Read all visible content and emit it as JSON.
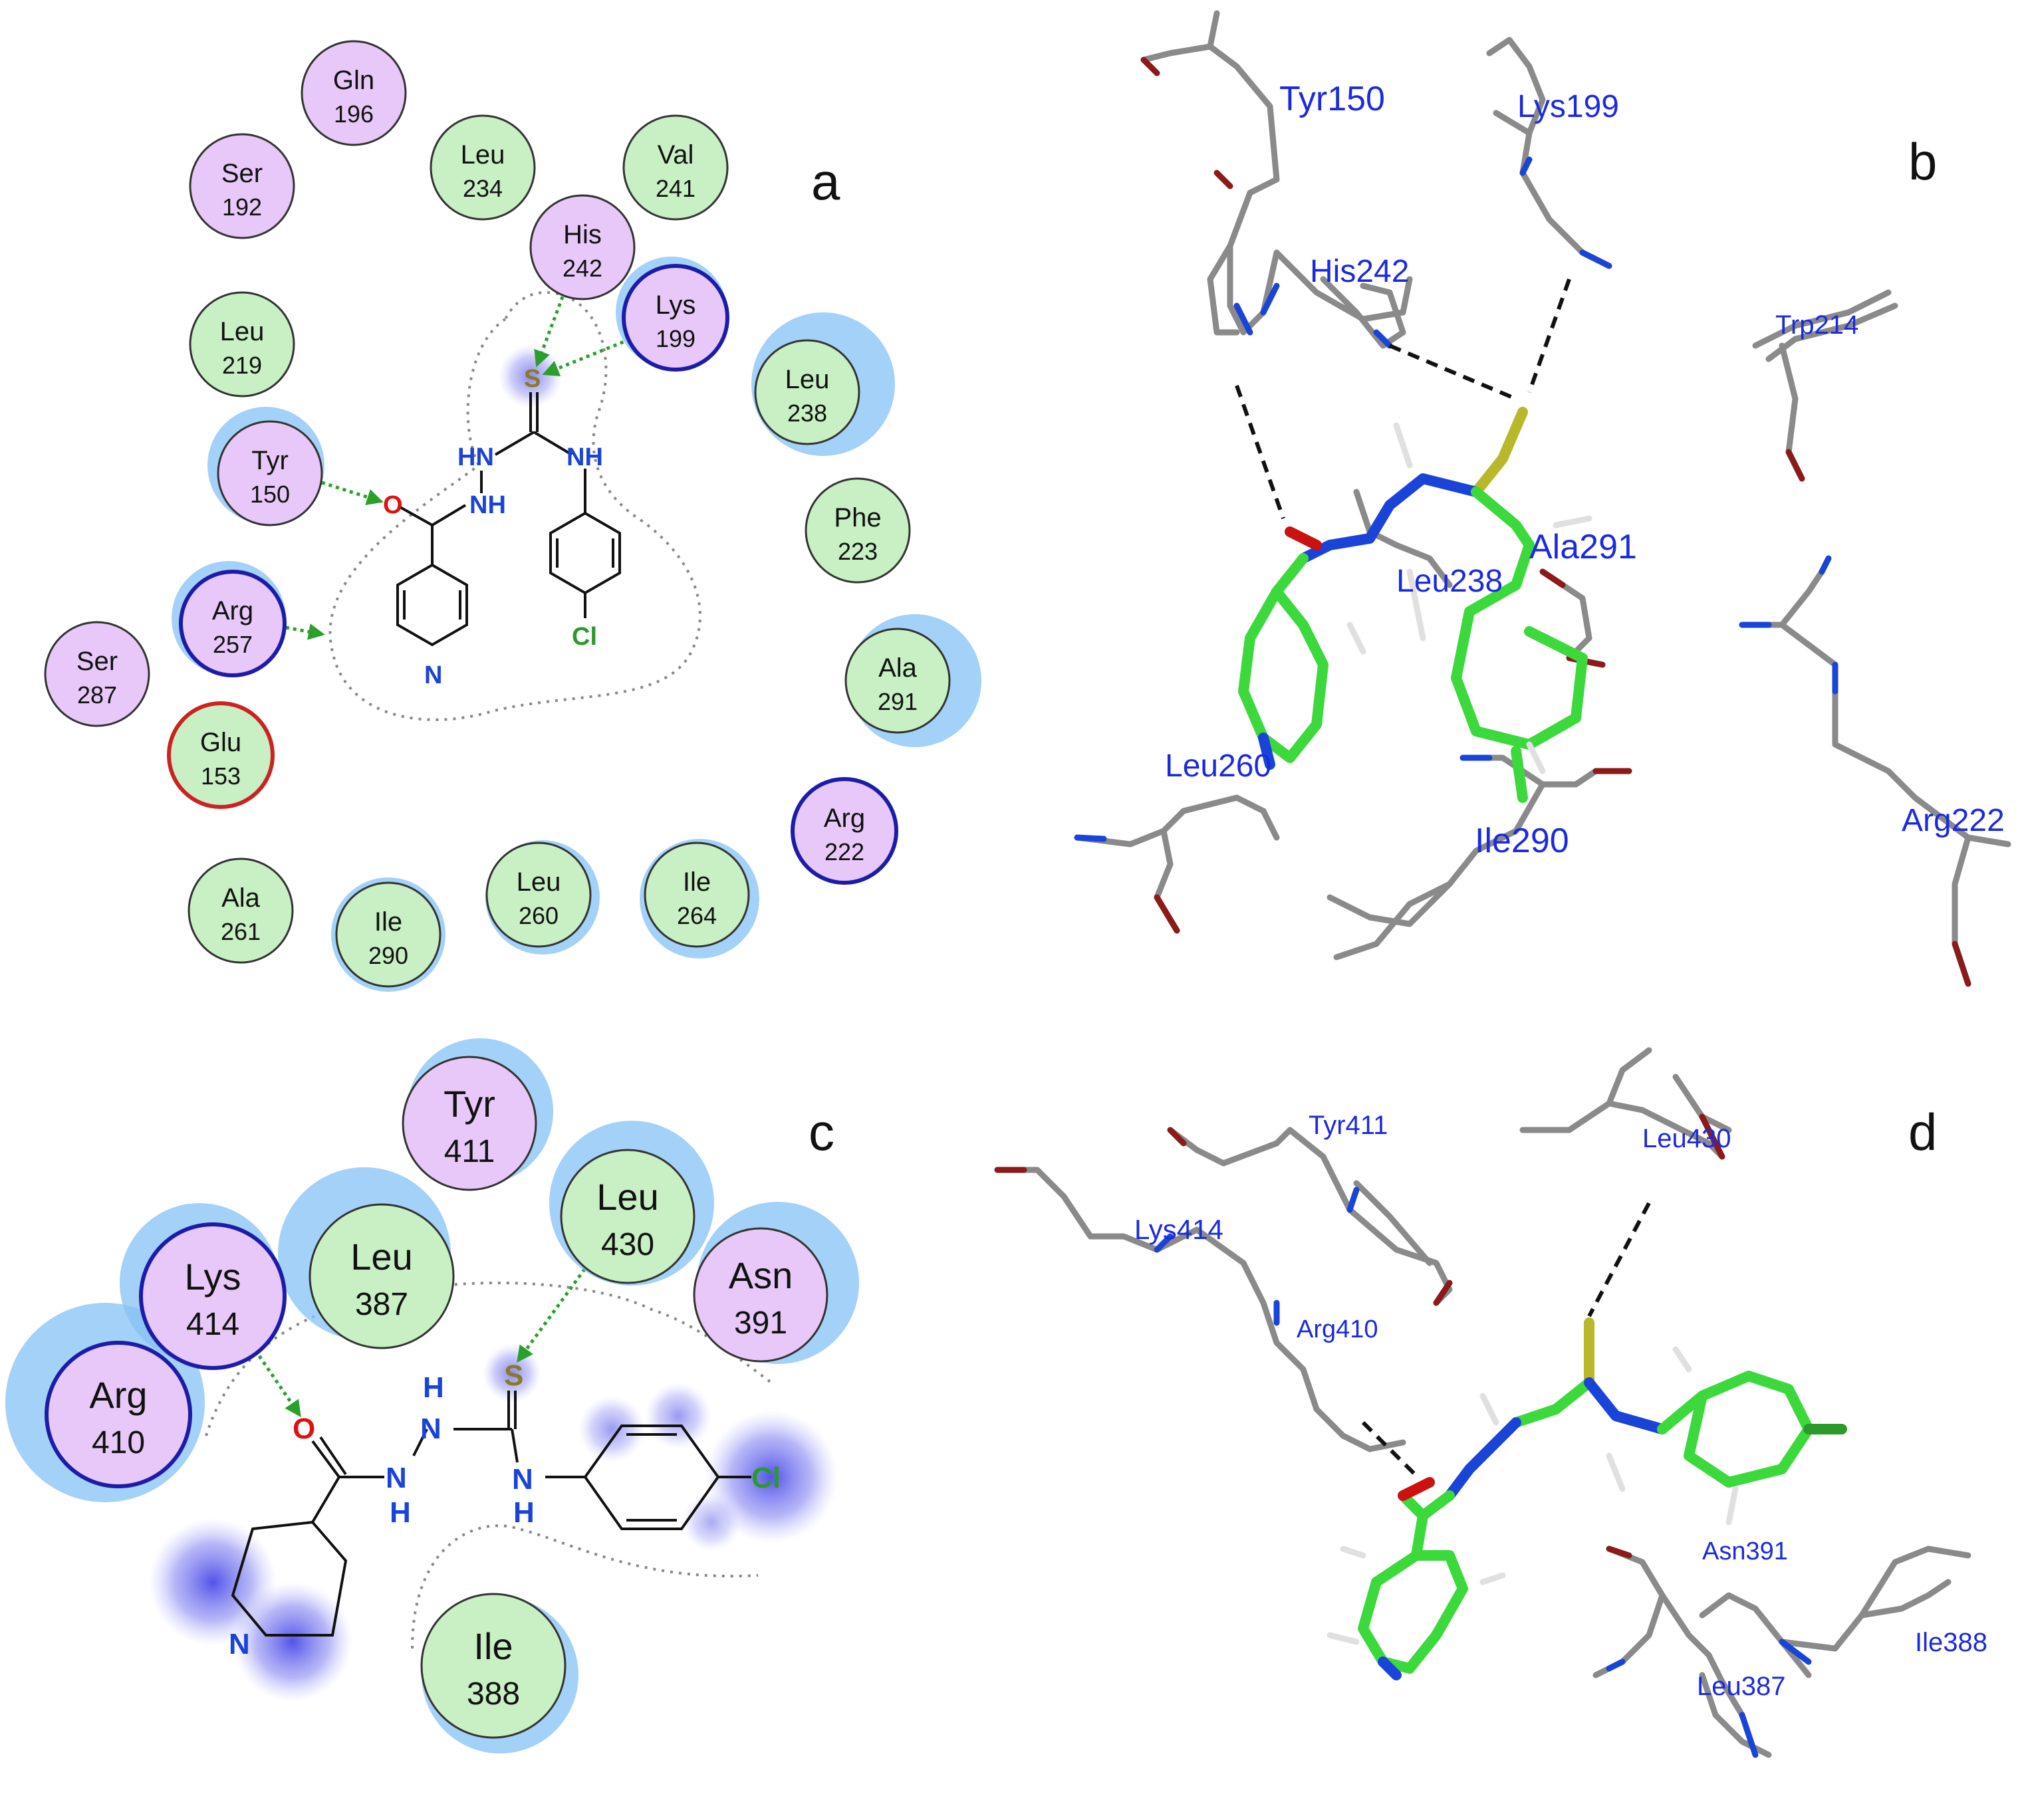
{
  "panels": {
    "a": {
      "letter": "a",
      "residues": [
        {
          "name": "Gln",
          "num": "196",
          "kind": "polar"
        },
        {
          "name": "Ser",
          "num": "192",
          "kind": "polar"
        },
        {
          "name": "Leu",
          "num": "234",
          "kind": "hydrophobic"
        },
        {
          "name": "Val",
          "num": "241",
          "kind": "hydrophobic"
        },
        {
          "name": "His",
          "num": "242",
          "kind": "polar"
        },
        {
          "name": "Lys",
          "num": "199",
          "kind": "basic"
        },
        {
          "name": "Leu",
          "num": "219",
          "kind": "hydrophobic"
        },
        {
          "name": "Leu",
          "num": "238",
          "kind": "hydrophobic"
        },
        {
          "name": "Tyr",
          "num": "150",
          "kind": "polar"
        },
        {
          "name": "Phe",
          "num": "223",
          "kind": "hydrophobic"
        },
        {
          "name": "Arg",
          "num": "257",
          "kind": "basic"
        },
        {
          "name": "Ala",
          "num": "291",
          "kind": "hydrophobic"
        },
        {
          "name": "Ser",
          "num": "287",
          "kind": "polar"
        },
        {
          "name": "Glu",
          "num": "153",
          "kind": "acidic"
        },
        {
          "name": "Arg",
          "num": "222",
          "kind": "basic"
        },
        {
          "name": "Ala",
          "num": "261",
          "kind": "hydrophobic"
        },
        {
          "name": "Ile",
          "num": "290",
          "kind": "hydrophobic"
        },
        {
          "name": "Leu",
          "num": "260",
          "kind": "hydrophobic"
        },
        {
          "name": "Ile",
          "num": "264",
          "kind": "hydrophobic"
        }
      ],
      "atoms": {
        "s": "S",
        "hn1": "HN",
        "nh1": "NH",
        "o": "O",
        "nh2": "NH",
        "cl": "Cl",
        "n": "N"
      }
    },
    "b": {
      "letter": "b",
      "labels": [
        "Tyr150",
        "Lys199",
        "His242",
        "Trp214",
        "Ala291",
        "Leu238",
        "Leu260",
        "Ile290",
        "Arg222"
      ]
    },
    "c": {
      "letter": "c",
      "residues": [
        {
          "name": "Tyr",
          "num": "411",
          "kind": "polar"
        },
        {
          "name": "Leu",
          "num": "387",
          "kind": "hydrophobic"
        },
        {
          "name": "Leu",
          "num": "430",
          "kind": "hydrophobic"
        },
        {
          "name": "Lys",
          "num": "414",
          "kind": "basic"
        },
        {
          "name": "Asn",
          "num": "391",
          "kind": "polar"
        },
        {
          "name": "Arg",
          "num": "410",
          "kind": "basic"
        },
        {
          "name": "Ile",
          "num": "388",
          "kind": "hydrophobic"
        }
      ],
      "atoms": {
        "s": "S",
        "h1": "H",
        "n1": "N",
        "o": "O",
        "n2": "N",
        "h2": "H",
        "n3": "N",
        "h3": "H",
        "cl": "Cl",
        "n": "N"
      }
    },
    "d": {
      "letter": "d",
      "labels": [
        "Tyr411",
        "Leu430",
        "Lys414",
        "Arg410",
        "Asn391",
        "Ile388",
        "Leu387"
      ]
    }
  },
  "colors": {
    "polar_fill": "#e8c8f8",
    "hydrophobic_fill": "#c8f0c4",
    "basic_stroke": "#1c1ca8",
    "acidic_stroke": "#cc2222",
    "halo": "#86c2f4",
    "hbond": "#2aa02a",
    "ligand_carbon": "#3cd93c",
    "nitrogen": "#1a44d8",
    "oxygen": "#cc1111",
    "sulfur": "#b8b82a",
    "stick_gray": "#8a8a8a",
    "label_blue": "#1a2ae0"
  }
}
